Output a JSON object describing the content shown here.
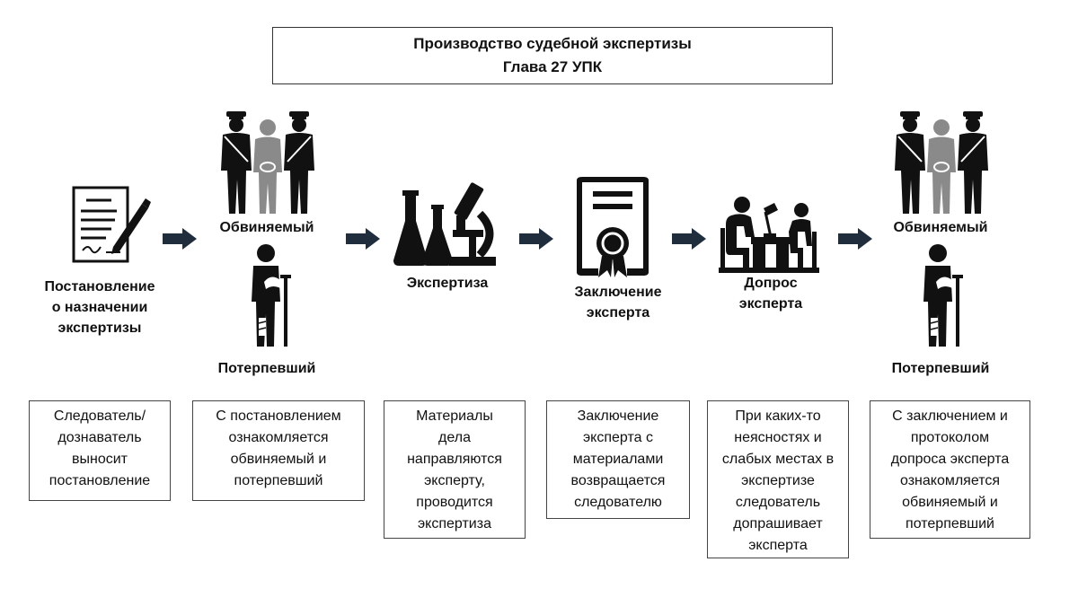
{
  "title": {
    "line1": "Производство судебной экспертизы",
    "line2": "Глава 27 УПК"
  },
  "steps": [
    {
      "label": "Постановление\nо назначении\nэкспертизы",
      "icon": "document-pen-icon"
    },
    {
      "label_top": "Обвиняемый",
      "label_bottom": "Потерпевший",
      "icon_top": "accused-escort-icon",
      "icon_bottom": "victim-crutch-icon"
    },
    {
      "label": "Экспертиза",
      "icon": "laboratory-microscope-icon"
    },
    {
      "label": "Заключение\nэксперта",
      "icon": "certificate-icon"
    },
    {
      "label": "Допрос\nэксперта",
      "icon": "interrogation-icon"
    },
    {
      "label_top": "Обвиняемый",
      "label_bottom": "Потерпевший",
      "icon_top": "accused-escort-icon",
      "icon_bottom": "victim-crutch-icon"
    }
  ],
  "descriptions": [
    "Следователь/\nдознаватель\nвыносит\nпостановление",
    "С постановлением\nознакомляется\nобвиняемый и\nпотерпевший",
    "Материалы\nдела\nнаправляются\nэксперту,\nпроводится\nэкспертиза",
    "Заключение\nэксперта с\nматериалами\nвозвращается\nследователю",
    "При каких-то\nнеясностях и\nслабых местах в\nэкспертизе\nследователь\nдопрашивает\nэксперта",
    "С заключением и\nпротоколом\nдопроса эксперта\nознакомляется\nобвиняемый и\nпотерпевший"
  ],
  "colors": {
    "arrow": "#1f2d3d",
    "icon": "#111111",
    "icon_gray": "#8a8a8a"
  }
}
